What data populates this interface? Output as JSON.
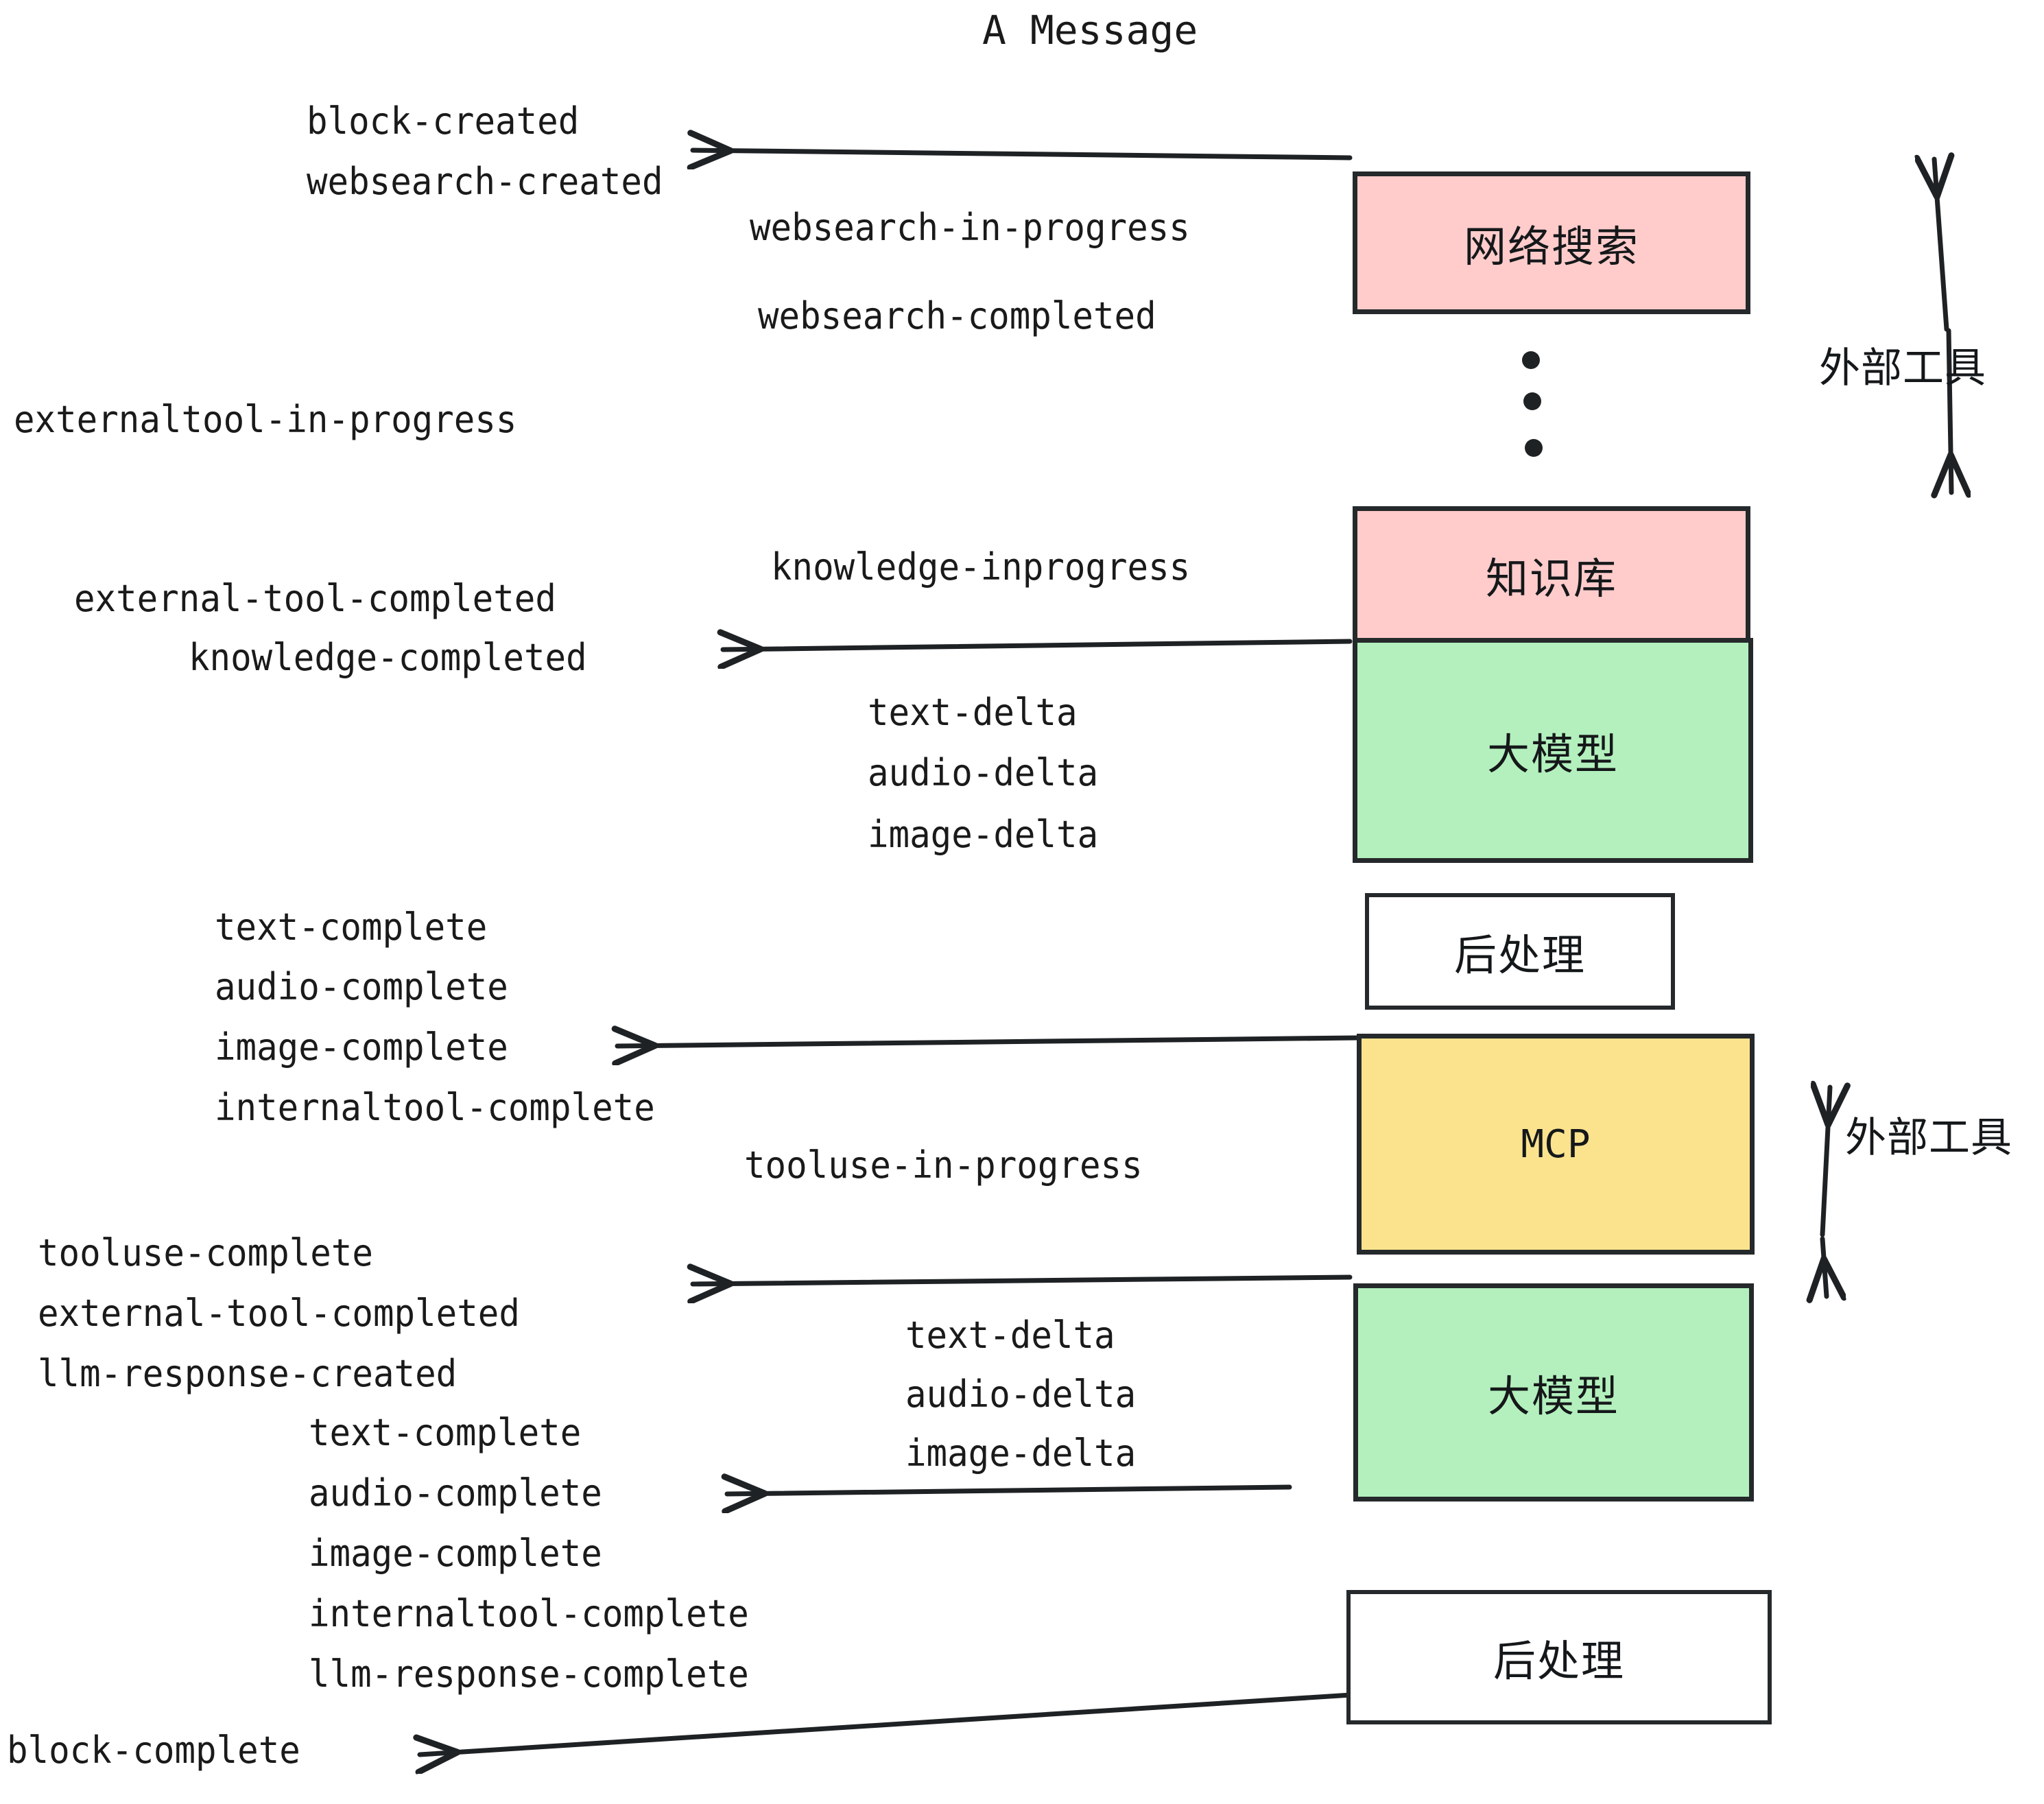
{
  "diagram": {
    "title": "A Message",
    "colors": {
      "pink": "#FFCCCB",
      "green": "#B3F0BD",
      "yellow": "#FBE38E",
      "white": "#FFFFFF",
      "stroke": "#25292B",
      "text": "#1A1A1A"
    },
    "nodes": [
      {
        "id": "websearch",
        "label": "网络搜索",
        "fill": "pink"
      },
      {
        "id": "knowledge",
        "label": "知识库",
        "fill": "pink"
      },
      {
        "id": "llm-1",
        "label": "大模型",
        "fill": "green"
      },
      {
        "id": "postprocess-1",
        "label": "后处理",
        "fill": "white"
      },
      {
        "id": "mcp",
        "label": "MCP",
        "fill": "yellow"
      },
      {
        "id": "llm-2",
        "label": "大模型",
        "fill": "green"
      },
      {
        "id": "postprocess-2",
        "label": "后处理",
        "fill": "white"
      }
    ],
    "side_brackets": [
      {
        "id": "external-tools-top",
        "label": "外部工具"
      },
      {
        "id": "external-tools-bottom",
        "label": "外部工具"
      }
    ],
    "ellipsis": {
      "id": "vertical-ellipsis",
      "glyph": "•",
      "count": 3
    },
    "events": [
      {
        "id": "e01",
        "text": "block-created"
      },
      {
        "id": "e02",
        "text": "websearch-created"
      },
      {
        "id": "e03",
        "text": "websearch-in-progress"
      },
      {
        "id": "e04",
        "text": "websearch-completed"
      },
      {
        "id": "e05",
        "text": "externaltool-in-progress"
      },
      {
        "id": "e06",
        "text": "knowledge-inprogress"
      },
      {
        "id": "e07",
        "text": "external-tool-completed"
      },
      {
        "id": "e08",
        "text": "knowledge-completed"
      },
      {
        "id": "e09",
        "text": "text-delta"
      },
      {
        "id": "e10",
        "text": "audio-delta"
      },
      {
        "id": "e11",
        "text": "image-delta"
      },
      {
        "id": "e12",
        "text": "text-complete"
      },
      {
        "id": "e13",
        "text": "audio-complete"
      },
      {
        "id": "e14",
        "text": "image-complete"
      },
      {
        "id": "e15",
        "text": "internaltool-complete"
      },
      {
        "id": "e16",
        "text": "tooluse-in-progress"
      },
      {
        "id": "e17",
        "text": "tooluse-complete"
      },
      {
        "id": "e18",
        "text": "external-tool-completed"
      },
      {
        "id": "e19",
        "text": "llm-response-created"
      },
      {
        "id": "e20",
        "text": "text-complete"
      },
      {
        "id": "e21",
        "text": "audio-delta"
      },
      {
        "id": "e22",
        "text": "image-delta"
      },
      {
        "id": "e23",
        "text": "text-delta"
      },
      {
        "id": "e24",
        "text": "audio-complete"
      },
      {
        "id": "e25",
        "text": "image-complete"
      },
      {
        "id": "e26",
        "text": "internaltool-complete"
      },
      {
        "id": "e27",
        "text": "llm-response-complete"
      },
      {
        "id": "e28",
        "text": "block-complete"
      }
    ]
  }
}
